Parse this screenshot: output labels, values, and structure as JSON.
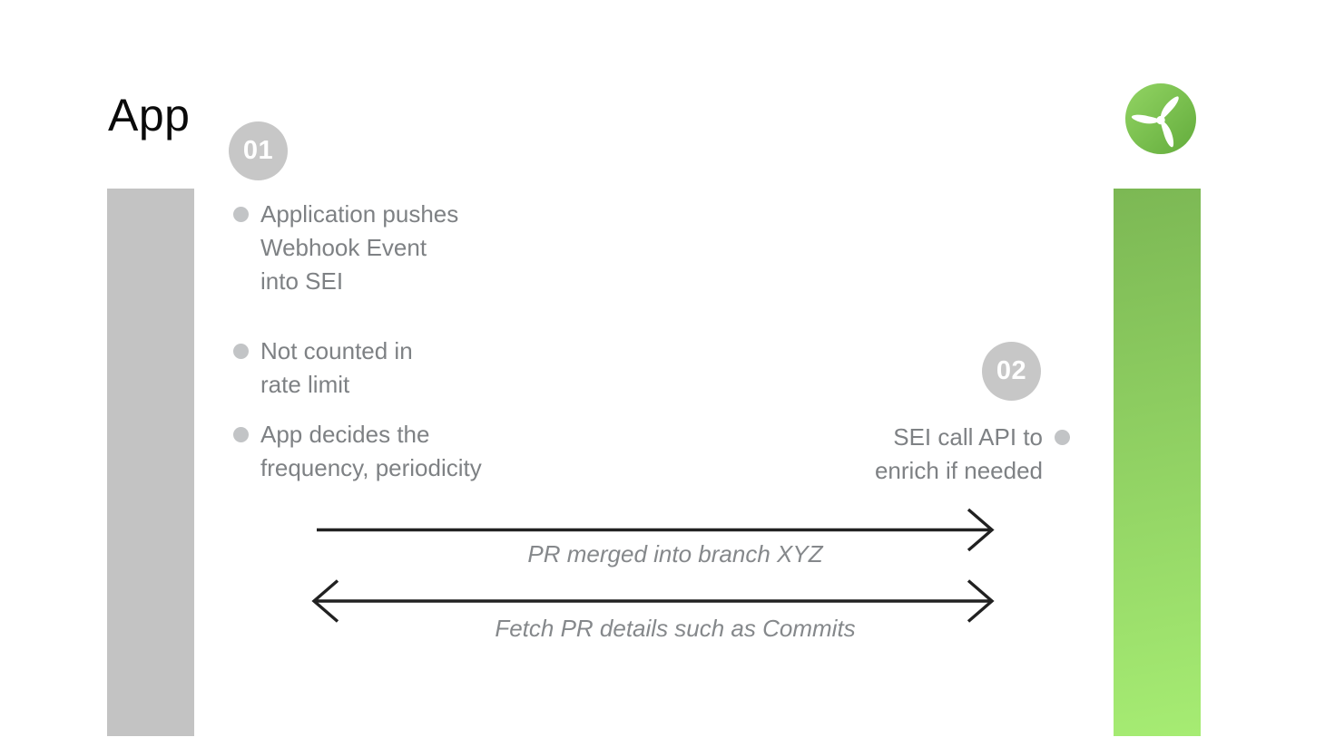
{
  "title": "App",
  "steps": [
    {
      "number": "01",
      "bullets": [
        "Application pushes\nWebhook Event\ninto SEI",
        "Not counted in\nrate limit",
        "App decides the\nfrequency, periodicity"
      ]
    },
    {
      "number": "02",
      "bullets": [
        "SEI call API to\nenrich if needed"
      ]
    }
  ],
  "arrows": [
    {
      "label": "PR merged into branch XYZ",
      "direction": "right"
    },
    {
      "label": "Fetch PR details such as Commits",
      "direction": "both"
    }
  ],
  "icons": {
    "logo": "propeller-icon",
    "bullet": "dot-icon",
    "arrow_right": "arrow-right-icon",
    "arrow_double": "arrow-left-right-icon"
  },
  "colors": {
    "background": "#ffffff",
    "title_black": "#0a0a0a",
    "gray_bar": "#c3c3c3",
    "green_bar_top": "#7cb854",
    "green_bar_bottom": "#a6ec73",
    "badge_bg": "#c7c7c7",
    "badge_text": "#ffffff",
    "text_gray": "#7e8184",
    "bullet_gray": "#c2c4c6",
    "label_gray": "#85888b",
    "arrow_black": "#212121",
    "logo_green_light": "#92d463",
    "logo_green_dark": "#63ac3c"
  }
}
